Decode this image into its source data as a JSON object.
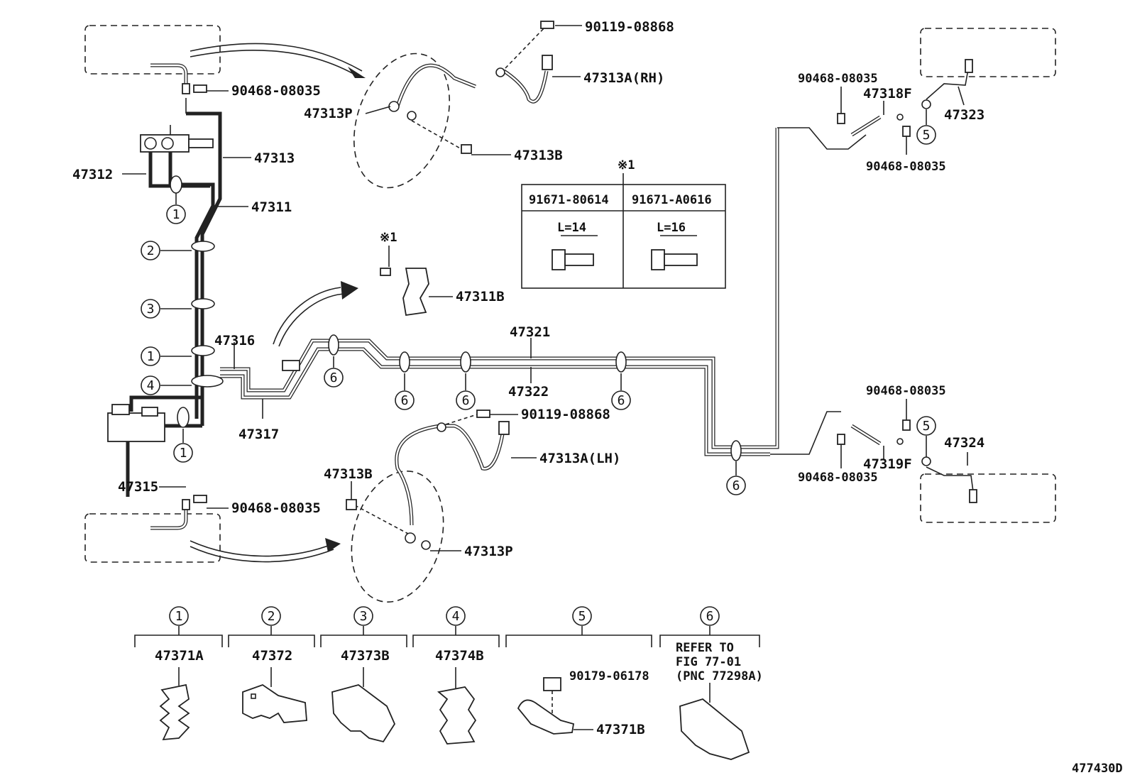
{
  "diagram_id": "477430D",
  "parts": {
    "p90119_top": "90119-08868",
    "p47313a_rh": "47313A(RH)",
    "p47313p_top": "47313P",
    "p47313b_top": "47313B",
    "p90468_tl": "90468-08035",
    "p47313": "47313",
    "p47312": "47312",
    "p47311": "47311",
    "p47311b": "47311B",
    "p47316": "47316",
    "p47317": "47317",
    "p47315": "47315",
    "p90468_bl": "90468-08035",
    "p47313b_bot": "47313B",
    "p47313p_bot": "47313P",
    "p90119_mid": "90119-08868",
    "p47313a_lh": "47313A(LH)",
    "p47321": "47321",
    "p47322": "47322",
    "p90468_tr1": "90468-08035",
    "p47318f": "47318F",
    "p47323": "47323",
    "p90468_tr2": "90468-08035",
    "p90468_br1": "90468-08035",
    "p47319f": "47319F",
    "p47324": "47324",
    "p90468_br2": "90468-08035"
  },
  "note_mark": "※1",
  "bolt_table": {
    "mark": "※1",
    "col1_part": "91671-80614",
    "col1_length": "L=14",
    "col2_part": "91671-A0616",
    "col2_length": "L=16"
  },
  "callouts": {
    "c1": "1",
    "c2": "2",
    "c3": "3",
    "c4": "4",
    "c5": "5",
    "c6": "6"
  },
  "legend": [
    {
      "num": "1",
      "part": "47371A"
    },
    {
      "num": "2",
      "part": "47372"
    },
    {
      "num": "3",
      "part": "47373B"
    },
    {
      "num": "4",
      "part": "47374B"
    },
    {
      "num": "5",
      "part_bolt": "90179-06178",
      "part": "47371B"
    },
    {
      "num": "6",
      "ref_line1": "REFER TO",
      "ref_line2": "FIG 77-01",
      "ref_line3": "(PNC 77298A)"
    }
  ]
}
